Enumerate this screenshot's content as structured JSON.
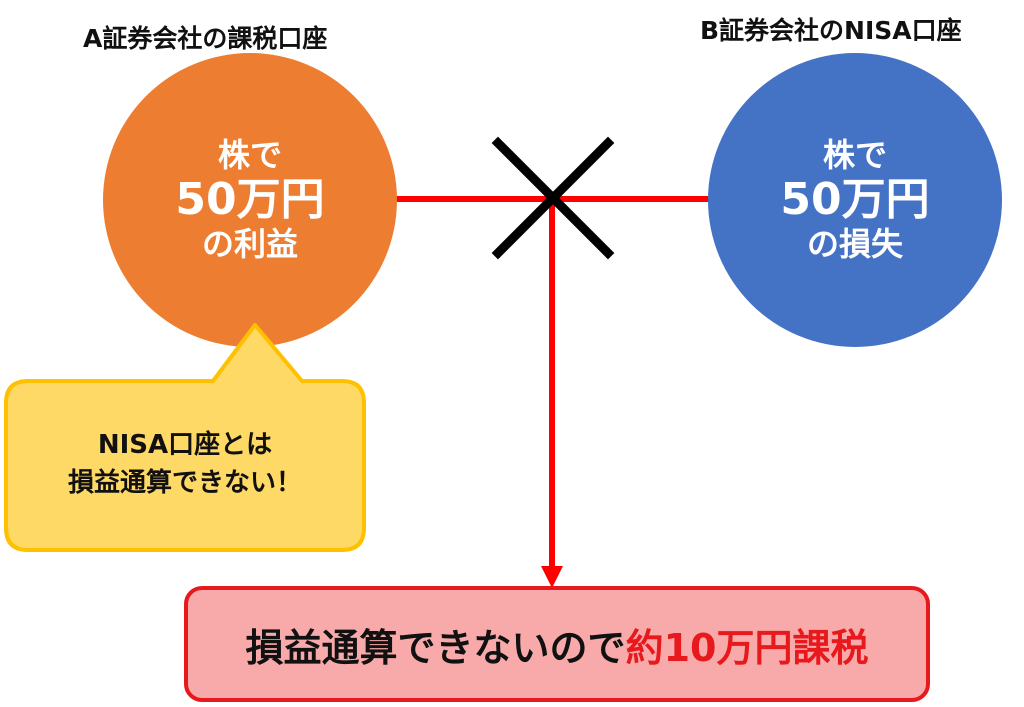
{
  "account_a": {
    "title": "A証券会社の課税口座",
    "line1": "株で",
    "amount": "50万円",
    "line3": "の利益",
    "color": "#ed7d31"
  },
  "account_b": {
    "title": "B証券会社のNISA口座",
    "line1": "株で",
    "amount": "50万円",
    "line3": "の損失",
    "color": "#4472c4"
  },
  "callout": {
    "line1": "NISA口座とは",
    "line2": "損益通算できない！",
    "fill": "#ffd966",
    "border": "#ffc000"
  },
  "result": {
    "text_plain": "損益通算できないので",
    "text_emphasis": "約10万円課税",
    "fill": "#f8aaaa",
    "border": "#e8191c",
    "emphasis_color": "#e8191c"
  },
  "connector": {
    "line_color": "#ff0000",
    "cross_color": "#000000"
  }
}
